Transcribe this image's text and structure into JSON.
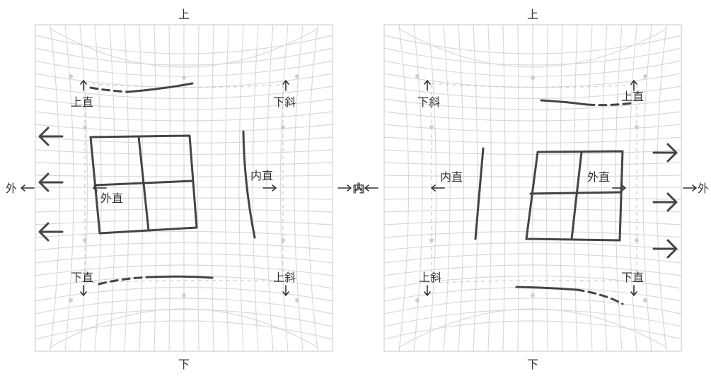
{
  "left_panel": {
    "top": "上",
    "bottom": "下",
    "left_outer": "外",
    "right_inner": "内",
    "label_upper_left": "上直",
    "label_upper_right": "下斜",
    "label_lower_left": "下直",
    "label_lower_right": "上斜",
    "label_center": "外直",
    "label_right": "内直"
  },
  "right_panel": {
    "top": "上",
    "bottom": "下",
    "left_inner": "内",
    "right_outer": "外",
    "label_upper_left": "下斜",
    "label_upper_right": "上直",
    "label_lower_left": "上斜",
    "label_lower_right": "下直",
    "label_center": "外直",
    "label_left": "内直"
  }
}
